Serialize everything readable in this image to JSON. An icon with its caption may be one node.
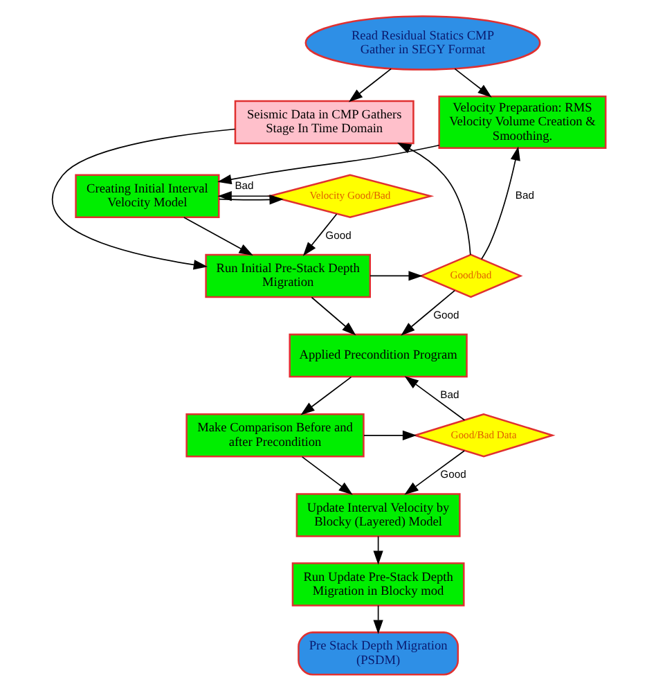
{
  "diagram": {
    "nodes": [
      {
        "text": [
          "Read Residual Statics CMP Gather in SEGY Format"
        ]
      },
      {
        "text": [
          "Velocity Preparation: RMS Velocity Volume Creation & Smoothing."
        ]
      },
      {
        "text": [
          "Seismic Data in CMP Gathers Stage In Time Domain"
        ]
      },
      {
        "text": [
          "Creating Initial Interval Velocity Model"
        ]
      },
      {
        "text": [
          "Velocity Good/Bad"
        ]
      },
      {
        "text": [
          "Run Initial Pre-Stack Depth Migration"
        ]
      },
      {
        "text": [
          "Good/bad"
        ]
      },
      {
        "text": [
          "Applied Precondition Program"
        ]
      },
      {
        "text": [
          "Make Comparison Before and after Precondition"
        ]
      },
      {
        "text": [
          "Good/Bad Data"
        ]
      },
      {
        "text": [
          "Update Interval Velocity by Blocky (Layered) Model"
        ]
      },
      {
        "text": [
          "Run Update Pre-Stack Depth Migration in Blocky mod"
        ]
      },
      {
        "text": [
          "Pre Stack Depth Migration (PSDM)"
        ]
      }
    ],
    "edges": [
      {
        "from": 0,
        "to": 1,
        "arrow": "to"
      },
      {
        "from": 0,
        "to": 2,
        "arrow": "to"
      },
      {
        "from": 1,
        "to": 3,
        "arrow": "to"
      },
      {
        "from": 3,
        "to": 4,
        "arrow": "to"
      },
      {
        "from": 4,
        "to": 3,
        "arrow": "to",
        "label": "Bad"
      },
      {
        "from": 4,
        "to": 5,
        "arrow": "to",
        "label": "Good"
      },
      {
        "from": 3,
        "to": 5,
        "arrow": "to"
      },
      {
        "from": 2,
        "to": 5,
        "arrow": "to"
      },
      {
        "from": 5,
        "to": 6,
        "arrow": "to"
      },
      {
        "from": 6,
        "to": 1,
        "arrow": "to",
        "label": "Bad"
      },
      {
        "from": 6,
        "to": 2,
        "arrow": "to"
      },
      {
        "from": 6,
        "to": 7,
        "arrow": "to",
        "label": "Good"
      },
      {
        "from": 5,
        "to": 7,
        "arrow": "to"
      },
      {
        "from": 7,
        "to": 8,
        "arrow": "to"
      },
      {
        "from": 8,
        "to": 9,
        "arrow": "to"
      },
      {
        "from": 9,
        "to": 7,
        "arrow": "to",
        "label": "Bad"
      },
      {
        "from": 9,
        "to": 10,
        "arrow": "to",
        "label": "Good"
      },
      {
        "from": 8,
        "to": 10,
        "arrow": "to"
      },
      {
        "from": 10,
        "to": 11,
        "arrow": "to"
      },
      {
        "from": 11,
        "to": 12,
        "arrow": "to"
      }
    ]
  }
}
